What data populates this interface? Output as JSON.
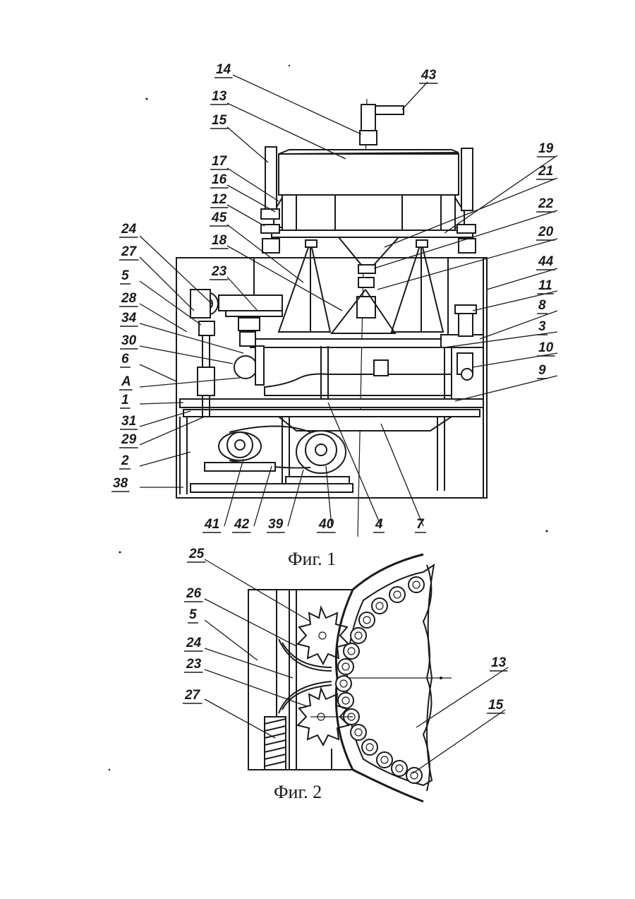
{
  "figures": [
    {
      "caption": "Фиг. 1",
      "callouts": [
        "14",
        "43",
        "13",
        "15",
        "19",
        "17",
        "21",
        "16",
        "12",
        "22",
        "45",
        "20",
        "24",
        "18",
        "27",
        "23",
        "44",
        "5",
        "11",
        "28",
        "8",
        "34",
        "3",
        "30",
        "10",
        "6",
        "9",
        "A",
        "1",
        "31",
        "29",
        "2",
        "38",
        "41",
        "42",
        "39",
        "40",
        "4",
        "7"
      ]
    },
    {
      "caption": "Фиг. 2",
      "callouts": [
        "25",
        "26",
        "5",
        "24",
        "23",
        "13",
        "27",
        "15"
      ]
    }
  ]
}
